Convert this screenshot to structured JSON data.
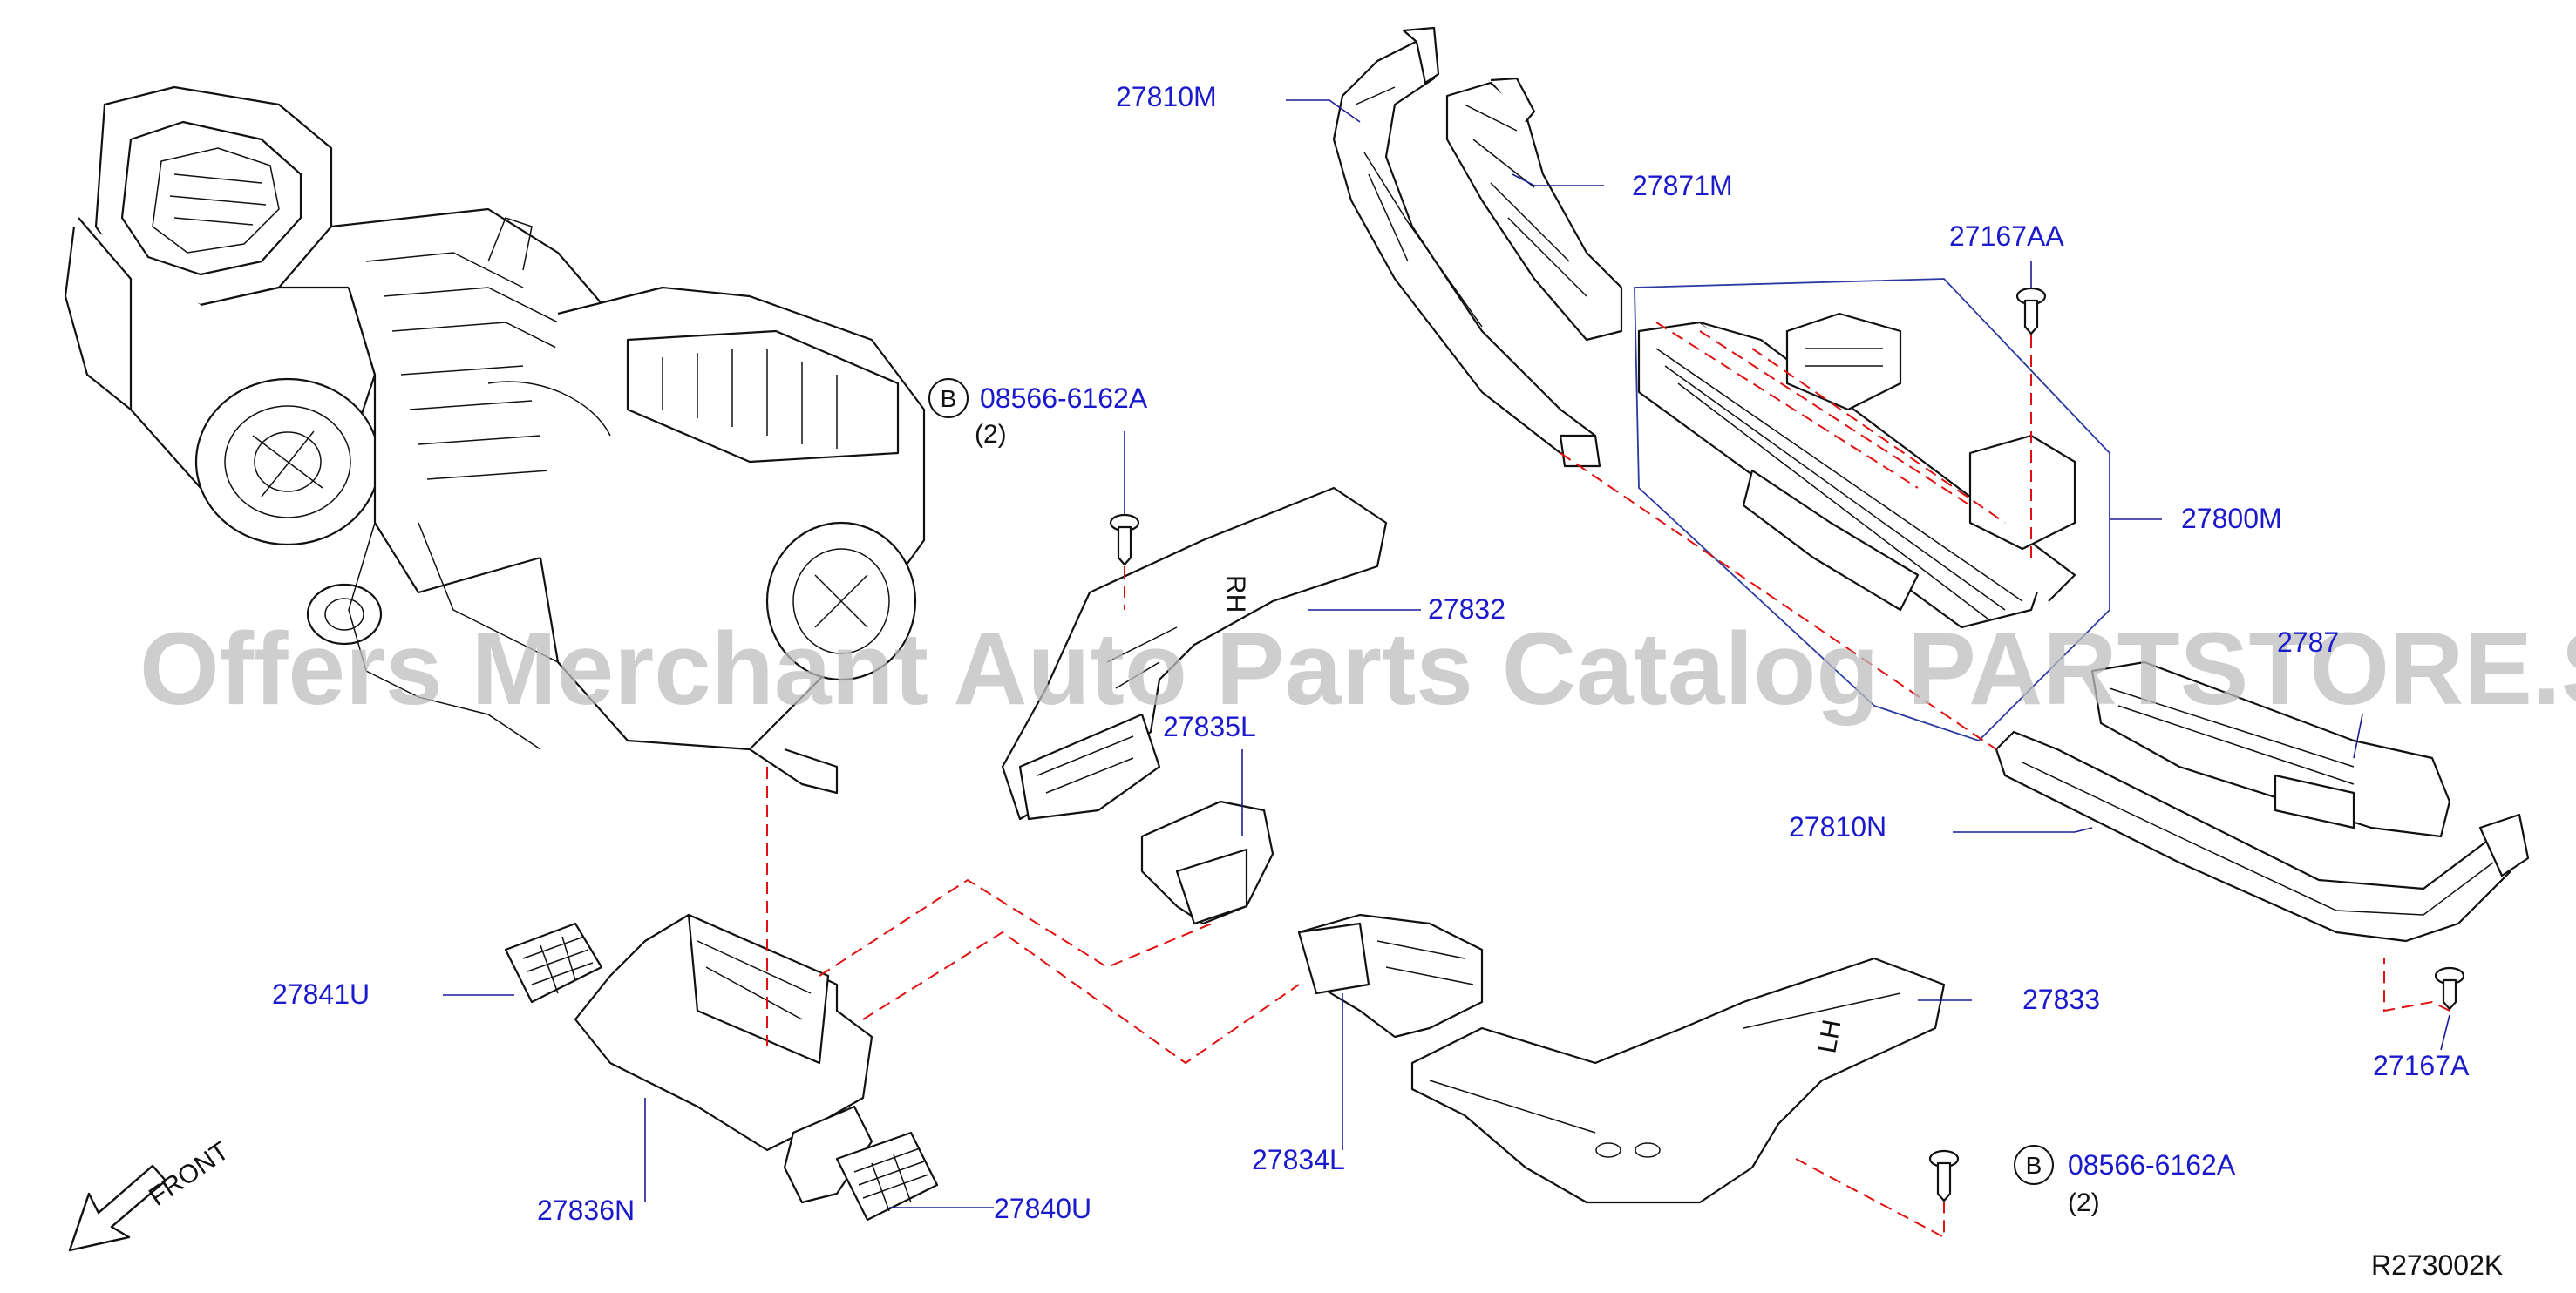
{
  "labels": {
    "p27810M": "27810M",
    "p27871M": "27871M",
    "p27167AA": "27167AA",
    "p27800M": "27800M",
    "p2787x": "2787",
    "p27810N": "27810N",
    "p27167A": "27167A",
    "p27832": "27832",
    "p27835L": "27835L",
    "p27841U": "27841U",
    "p27836N": "27836N",
    "p27840U": "27840U",
    "p27834L": "27834L",
    "p27833": "27833"
  },
  "bolts": {
    "upper": {
      "letter": "B",
      "part": "08566-6162A",
      "qty": "(2)"
    },
    "lower": {
      "letter": "B",
      "part": "08566-6162A",
      "qty": "(2)"
    }
  },
  "stamps": {
    "rh": "RH",
    "lh": "LH"
  },
  "front": "FRONT",
  "watermark": "Offers Merchant Auto Parts Catalog PARTSTORE.SA",
  "diagram_code": "R273002K",
  "colors": {
    "label_blue": "#1a1acc",
    "dash_red": "#e01010",
    "watermark_grey": "#bdbdbd"
  }
}
